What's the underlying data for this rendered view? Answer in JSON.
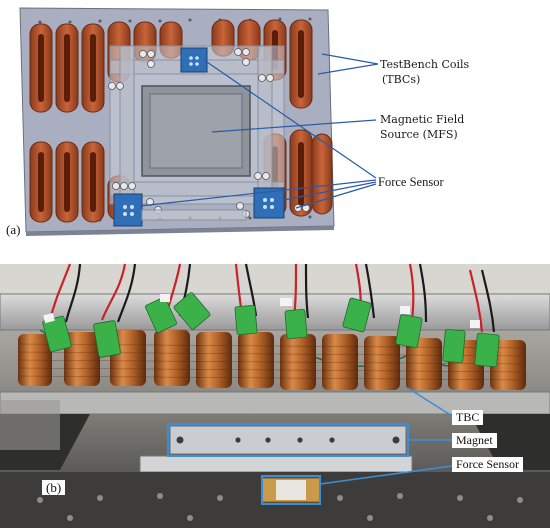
{
  "panel_a": {
    "tag": "(a)",
    "labels": {
      "tbc_line1": "TestBench Coils",
      "tbc_line2": "(TBCs)",
      "mfs_line1": "Magnetic Field",
      "mfs_line2": "Source (MFS)",
      "force": "Force Sensor"
    }
  },
  "panel_b": {
    "tag": "(b)",
    "labels": {
      "tbc": "TBC",
      "magnet": "Magnet",
      "force": "Force Sensor"
    }
  },
  "colors": {
    "coil": "#b8552f",
    "coil_dark": "#7a3218",
    "sensor_blue": "#2f6fb8",
    "annotation_line": "#2a5aa8",
    "callout_box": "#3a8fd8",
    "copper": "#b5652a",
    "connector_green": "#3bb14a"
  }
}
